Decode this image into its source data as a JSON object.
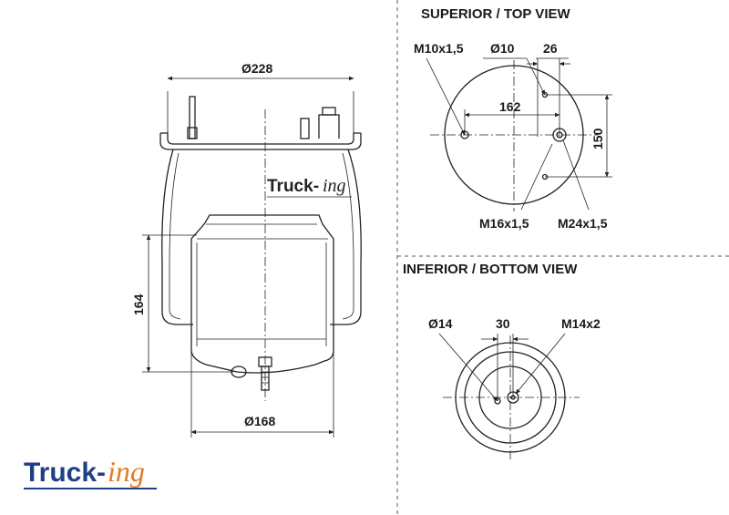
{
  "views": {
    "top_title": "SUPERIOR / TOP VIEW",
    "bottom_title": "INFERIOR / BOTTOM VIEW"
  },
  "side_view": {
    "top_diameter": "Ø228",
    "height": "164",
    "bottom_diameter": "Ø168",
    "brand_left": "Truck-",
    "brand_right": "ing"
  },
  "top_view": {
    "thread_small": "M10x1,5",
    "hole_dia": "Ø10",
    "offset": "26",
    "spacing_horizontal": "162",
    "spacing_vertical": "150",
    "thread_medium": "M16x1,5",
    "thread_large": "M24x1,5"
  },
  "bottom_view": {
    "hole_dia": "Ø14",
    "offset": "30",
    "thread": "M14x2"
  },
  "logo": {
    "left": "Truck-",
    "right": "ing",
    "colors": {
      "blue": "#1f3f86",
      "orange": "#e57a1e"
    }
  }
}
